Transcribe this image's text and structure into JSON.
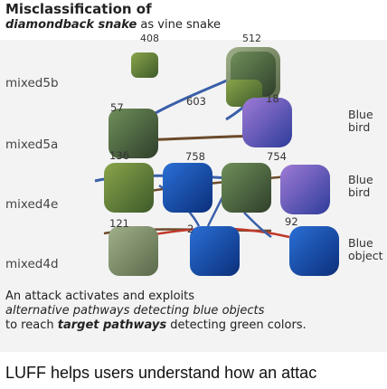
{
  "title": {
    "line1": "Misclassification of",
    "line2_bold": "diamondback snake",
    "line2_rest": " as vine snake"
  },
  "columns": {
    "top_left": "408",
    "top_right": "512"
  },
  "layers": [
    "mixed5b",
    "mixed5a",
    "mixed4e",
    "mixed4d"
  ],
  "neurons": {
    "m5a_left": "57",
    "m5a_top": "603",
    "m5a_right": "18",
    "m4e_left": "136",
    "m4e_mid": "758",
    "m4e_right": "754",
    "m4d_left": "121",
    "m4d_mid": "2",
    "m4d_right": "92"
  },
  "side_labels": {
    "blue_bird_1": "Blue bird",
    "blue_bird_2": "Blue bird",
    "blue_object": "Blue object"
  },
  "caption": {
    "line1": "An attack activates and exploits",
    "line2": "alternative pathways detecting blue objects",
    "line3_a": "to reach ",
    "line3_b": "target pathways",
    "line3_c": " detecting green colors."
  },
  "footer": "LUFF helps users understand how an attac",
  "colors": {
    "alt_path": "#3a5fa8",
    "target_path": "#6a4a2a",
    "red_path": "#c0392b",
    "panel": "#f3f3f3"
  }
}
